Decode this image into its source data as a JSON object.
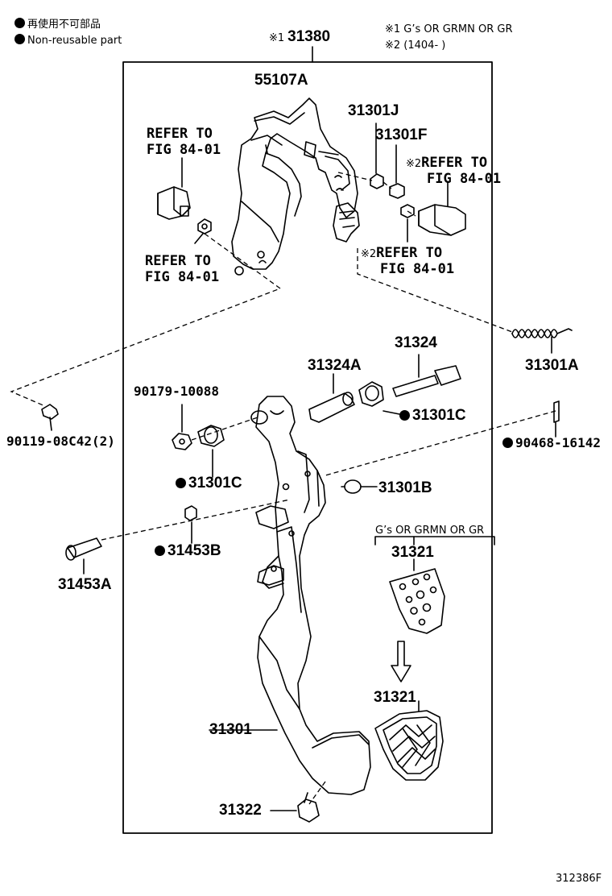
{
  "legend": {
    "jp": "再使用不可部品",
    "en": "Non-reusable part"
  },
  "notes": {
    "n1": "※1 G’s OR GRMN OR GR",
    "n2": "※2 (1404-      )"
  },
  "assembly": {
    "mark": "※1",
    "number": "31380"
  },
  "labels": {
    "p55107A": "55107A",
    "p31301J": "31301J",
    "p31301F": "31301F",
    "ref1a": "REFER TO",
    "ref1b": "FIG 84-01",
    "ref2a": "REFER TO",
    "ref2b": "FIG 84-01",
    "ref3mark": "※2",
    "ref3a": "REFER TO",
    "ref3b": "FIG 84-01",
    "ref4mark": "※2",
    "ref4a": "REFER TO",
    "ref4b": "FIG 84-01",
    "p31301A": "31301A",
    "p31324": "31324",
    "p31324A": "31324A",
    "p90179": "90179-10088",
    "p31301C_top": "31301C",
    "p90119": "90119-08C42(2)",
    "p90468": "90468-16142",
    "p31301C_low": "31301C",
    "p31301B": "31301B",
    "gs_note": "G’s OR GRMN OR GR",
    "p31321_top": "31321",
    "p31453B": "31453B",
    "p31453A": "31453A",
    "p31321_low": "31321",
    "p31301": "31301",
    "p31322": "31322"
  },
  "figure_id": "312386F"
}
